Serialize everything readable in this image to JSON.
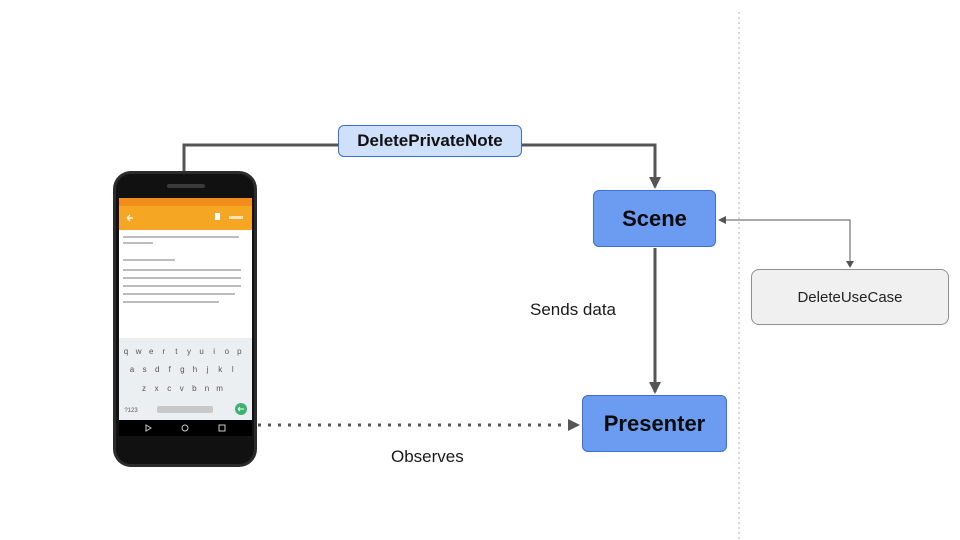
{
  "diagram": {
    "action_label": "DeletePrivateNote",
    "nodes": {
      "scene": "Scene",
      "presenter": "Presenter",
      "usecase": "DeleteUseCase"
    },
    "edge_labels": {
      "sends_data": "Sends data",
      "observes": "Observes"
    }
  },
  "phone": {
    "keyboard_rows": [
      [
        "q",
        "w",
        "e",
        "r",
        "t",
        "y",
        "u",
        "i",
        "o",
        "p"
      ],
      [
        "a",
        "s",
        "d",
        "f",
        "g",
        "h",
        "j",
        "k",
        "l"
      ],
      [
        "z",
        "x",
        "c",
        "v",
        "b",
        "n",
        "m"
      ]
    ],
    "numbers_key": "?123"
  },
  "colors": {
    "accent_blue": "#6b9cf2",
    "label_blue": "#cfe0fb",
    "toolbar_orange": "#f5a623",
    "line_gray": "#555555"
  }
}
